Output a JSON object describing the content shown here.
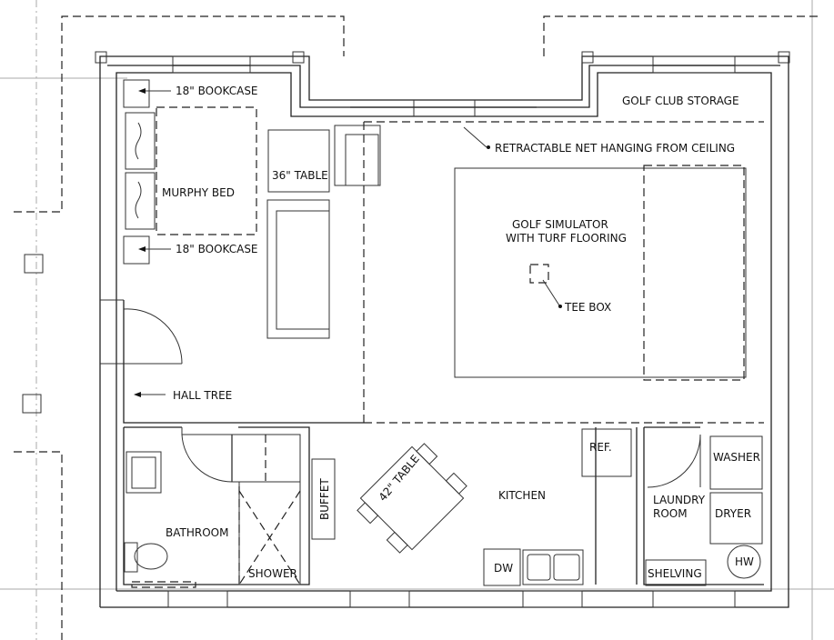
{
  "labels": {
    "bookcase_top": "18\" BOOKCASE",
    "bookcase_bottom": "18\" BOOKCASE",
    "murphy_bed": "MURPHY BED",
    "table_36": "36\" TABLE",
    "golf_club_storage": "GOLF CLUB STORAGE",
    "retractable_net": "RETRACTABLE NET HANGING FROM CEILING",
    "golf_simulator_1": "GOLF SIMULATOR",
    "golf_simulator_2": "WITH TURF FLOORING",
    "tee_box": "TEE BOX",
    "hall_tree": "HALL TREE",
    "ref": "REF.",
    "washer": "WASHER",
    "dryer": "DRYER",
    "laundry_1": "LAUNDRY",
    "laundry_2": "ROOM",
    "shelving": "SHELVING",
    "hw": "HW",
    "kitchen": "KITCHEN",
    "table_42": "42\" TABLE",
    "buffet": "BUFFET",
    "bathroom": "BATHROOM",
    "shower": "SHOWER",
    "dw": "DW"
  }
}
